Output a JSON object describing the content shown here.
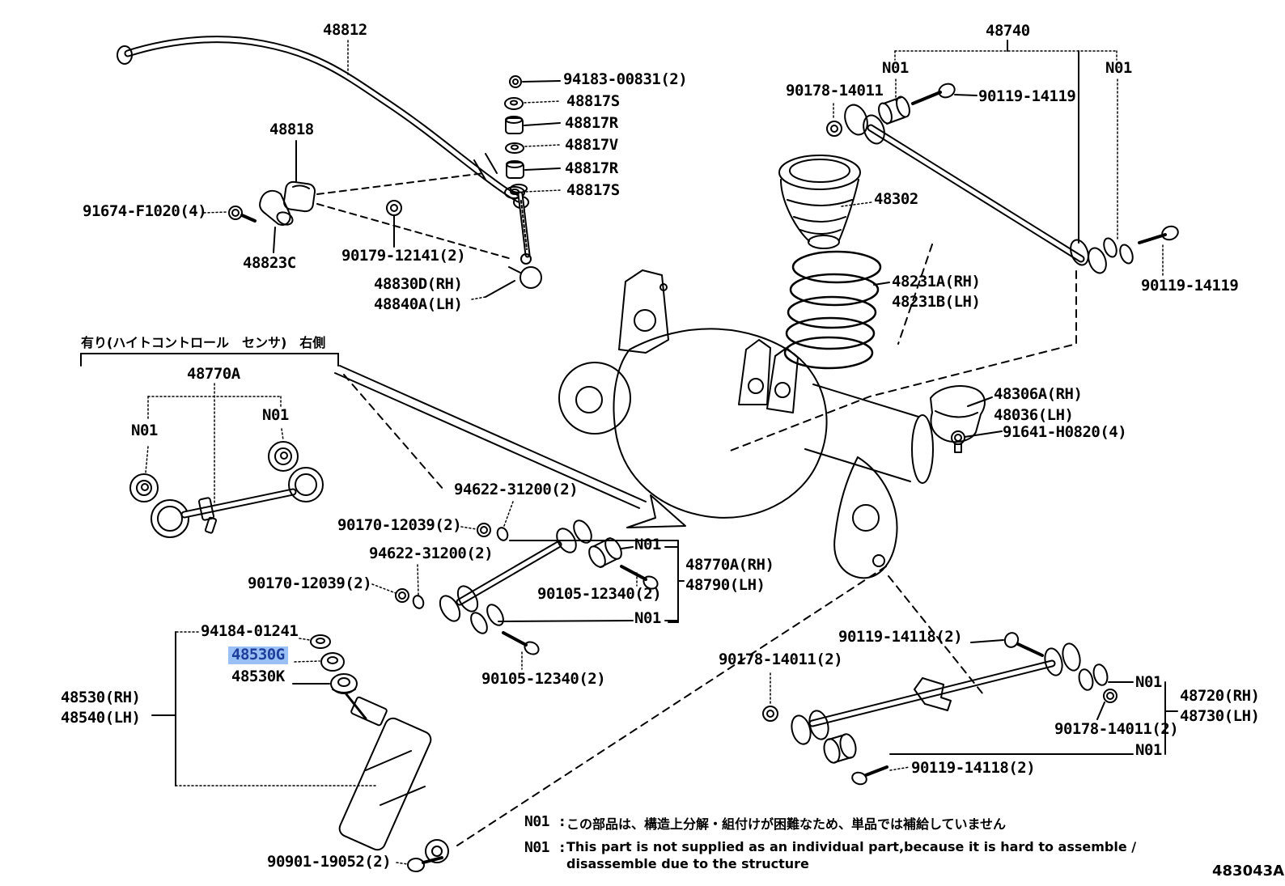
{
  "drawing": {
    "code": "483043A",
    "highlight_bg": "#9ac0f5",
    "highlight_fg": "#1e3e9b",
    "sensor_note": "有り(ハイトコントロール　センサ)　右側"
  },
  "footnotes": {
    "key1": "N01 :",
    "jp": "この部品は、構造上分解・組付けが困難なため、単品では補給していません",
    "key2": "N01 :",
    "en1": "This part is not supplied as an individual part,because it is hard to assemble /",
    "en2": "disassemble due to the structure"
  },
  "labels": [
    {
      "text": "48812"
    },
    {
      "text": "94183-00831(2)"
    },
    {
      "text": "48817S"
    },
    {
      "text": "48817R"
    },
    {
      "text": "48817V"
    },
    {
      "text": "48817R"
    },
    {
      "text": "48817S"
    },
    {
      "text": "48818"
    },
    {
      "text": "91674-F1020(4)"
    },
    {
      "text": "48823C"
    },
    {
      "text": "90179-12141(2)"
    },
    {
      "text": "48830D(RH)"
    },
    {
      "text": "48840A(LH)"
    },
    {
      "text": "48740"
    },
    {
      "text": "N01"
    },
    {
      "text": "N01"
    },
    {
      "text": "90178-14011"
    },
    {
      "text": "90119-14119"
    },
    {
      "text": "48302"
    },
    {
      "text": "48231A(RH)"
    },
    {
      "text": "48231B(LH)"
    },
    {
      "text": "90119-14119"
    },
    {
      "text": "48306A(RH)"
    },
    {
      "text": "48036(LH)"
    },
    {
      "text": "91641-H0820(4)"
    },
    {
      "text": "48770A"
    },
    {
      "text": "N01"
    },
    {
      "text": "N01"
    },
    {
      "text": "94622-31200(2)"
    },
    {
      "text": "90170-12039(2)"
    },
    {
      "text": "94622-31200(2)"
    },
    {
      "text": "90170-12039(2)"
    },
    {
      "text": "N01"
    },
    {
      "text": "48770A(RH)"
    },
    {
      "text": "48790(LH)"
    },
    {
      "text": "90105-12340(2)"
    },
    {
      "text": "N01"
    },
    {
      "text": "90105-12340(2)"
    },
    {
      "text": "94184-01241"
    },
    {
      "text": "48530G",
      "highlighted": true
    },
    {
      "text": "48530K"
    },
    {
      "text": "48530(RH)"
    },
    {
      "text": "48540(LH)"
    },
    {
      "text": "90119-14118(2)"
    },
    {
      "text": "90178-14011(2)"
    },
    {
      "text": "N01"
    },
    {
      "text": "48720(RH)"
    },
    {
      "text": "48730(LH)"
    },
    {
      "text": "90178-14011(2)"
    },
    {
      "text": "N01"
    },
    {
      "text": "90119-14118(2)"
    },
    {
      "text": "90901-19052(2)"
    }
  ]
}
